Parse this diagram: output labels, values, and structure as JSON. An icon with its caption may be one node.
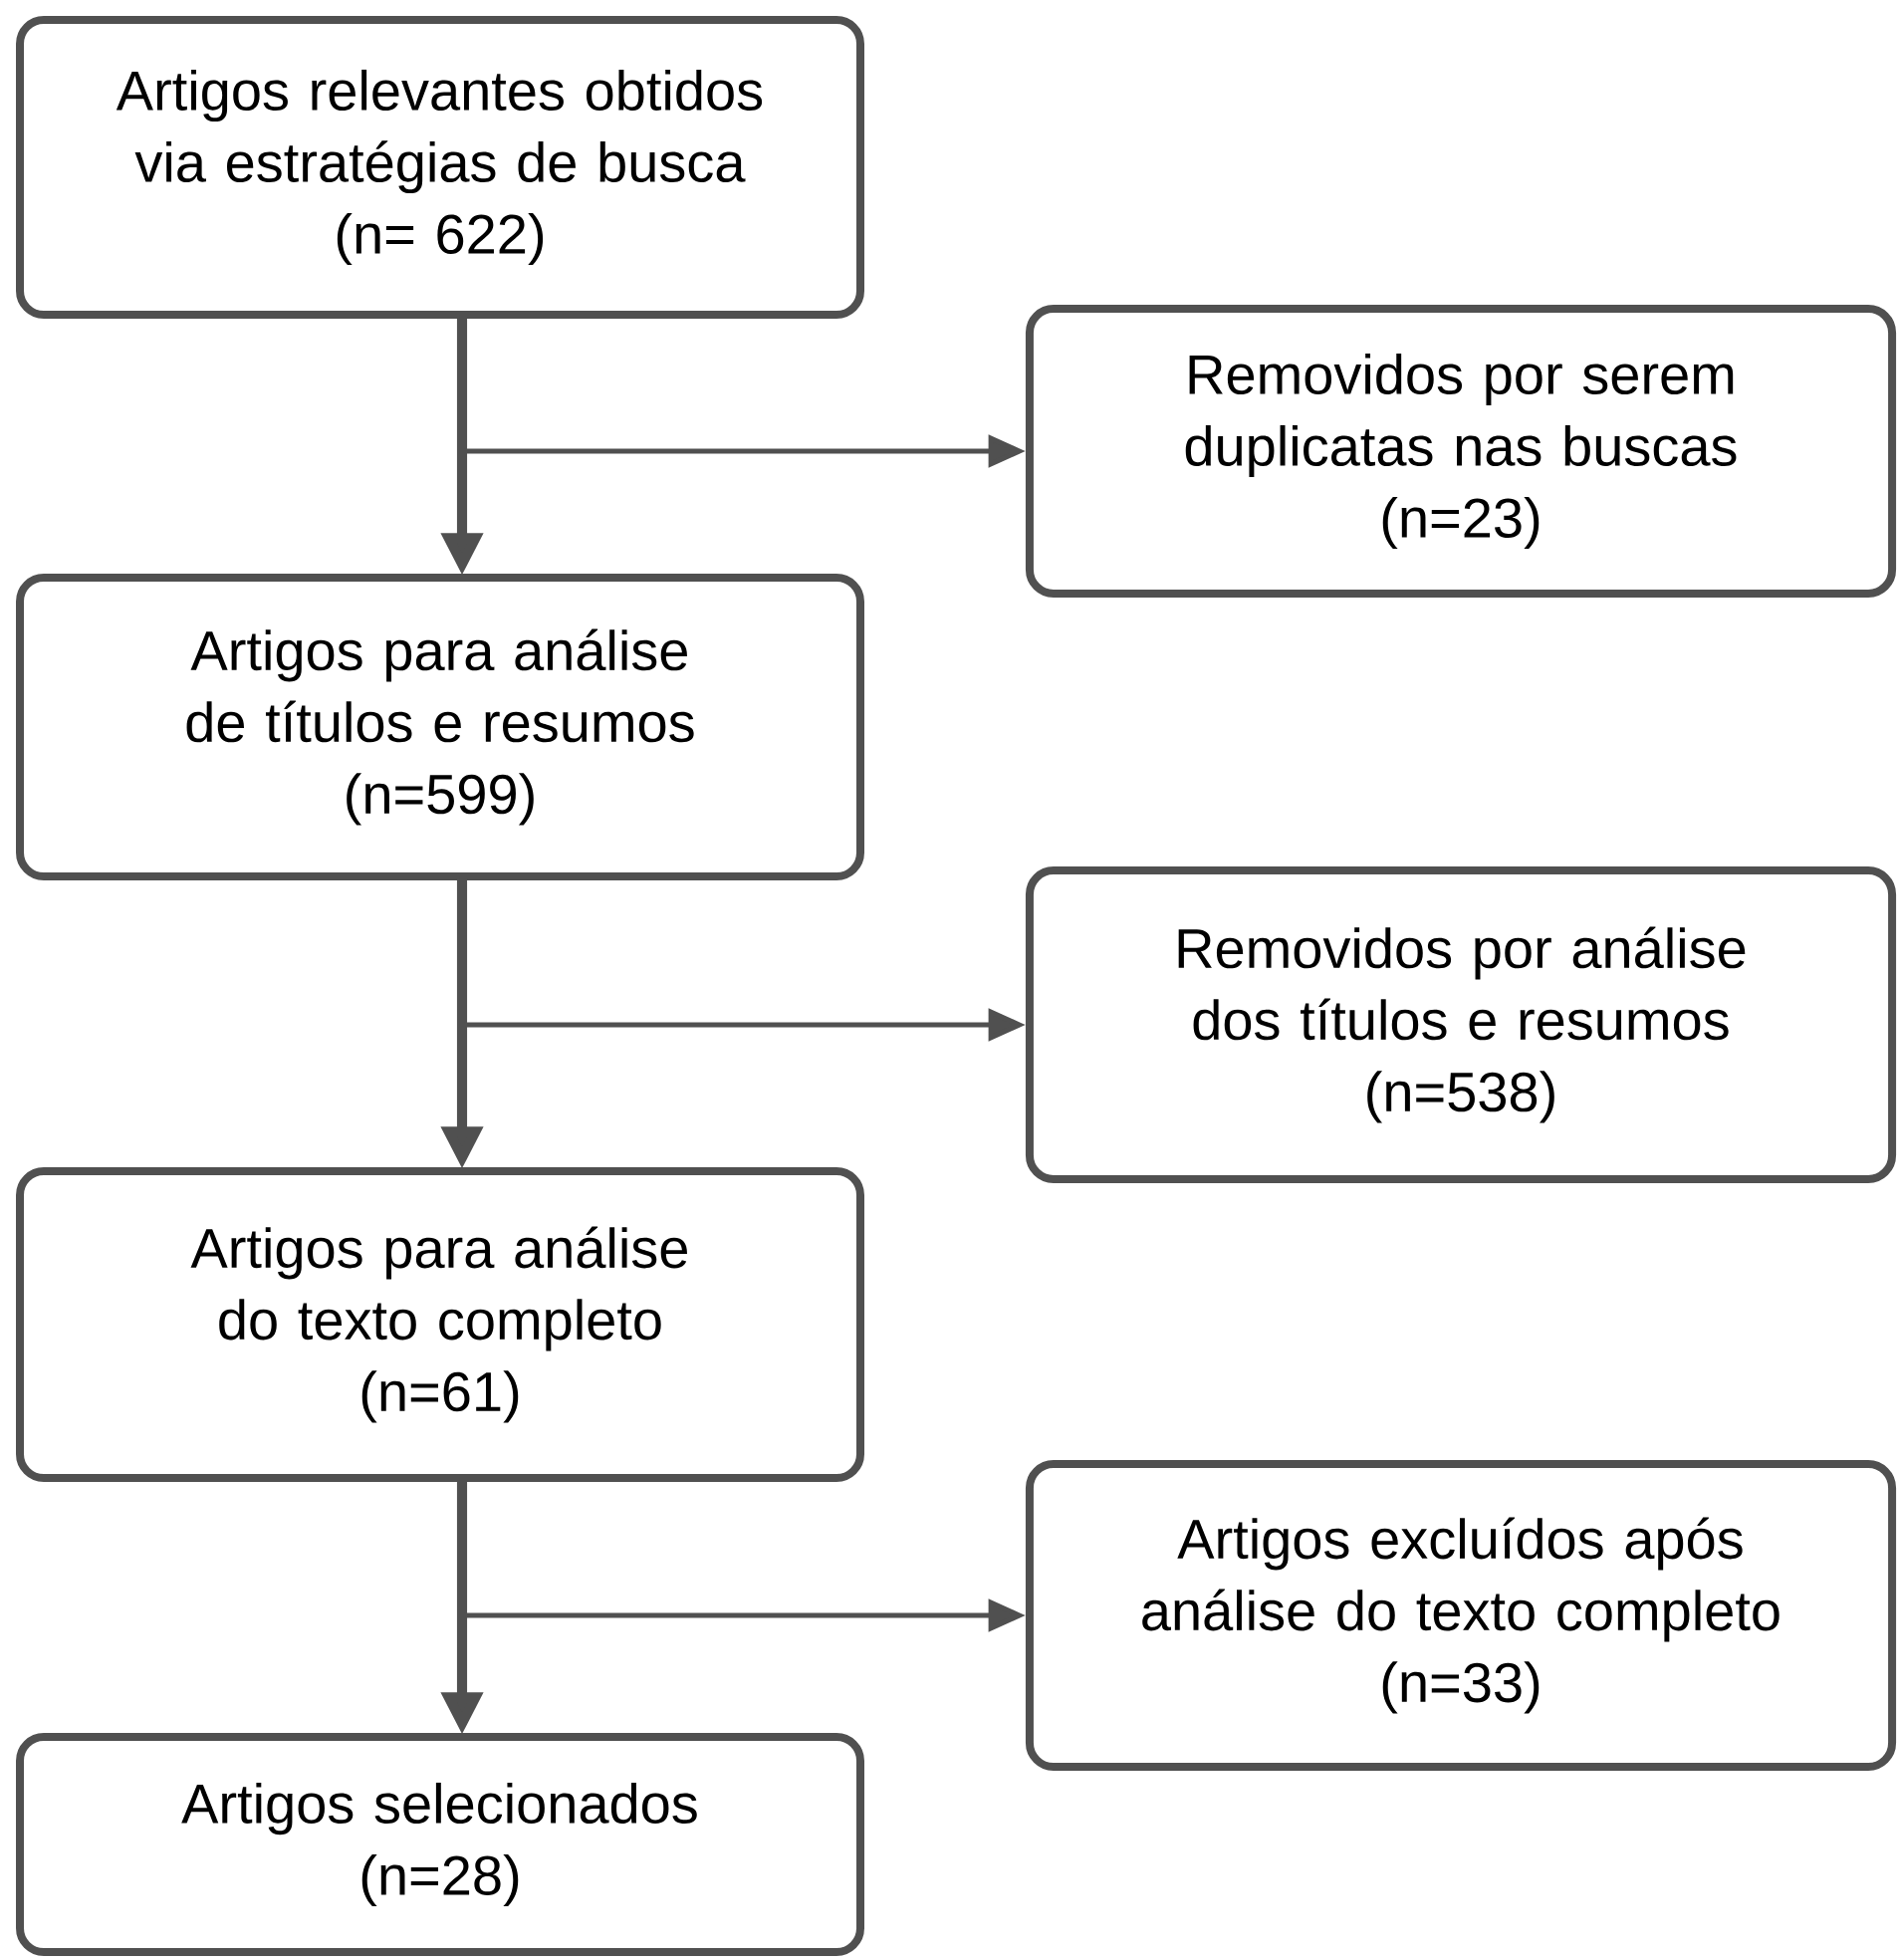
{
  "diagram": {
    "nodes": [
      {
        "text": [
          "Artigos relevantes obtidos via estratégias de busca",
          "(n=  622)"
        ]
      },
      {
        "text": [
          "Removidos por serem duplicatas nas buscas",
          "(n=23)"
        ]
      },
      {
        "text": [
          "Artigos para análise de títulos e resumos",
          "(n=599)"
        ]
      },
      {
        "text": [
          "Removidos por análise dos títulos e resumos",
          "(n=538)"
        ]
      },
      {
        "text": [
          "Artigos para análise do texto completo",
          "(n=61)"
        ]
      },
      {
        "text": [
          "Artigos excluídos após análise do texto completo",
          "(n=33)"
        ]
      },
      {
        "text": [
          "Artigos selecionados",
          "(n=28)"
        ]
      }
    ],
    "edges": [
      {
        "from": 0,
        "to": 2,
        "arrow": "to",
        "style": "thick"
      },
      {
        "from": 0,
        "to": 1,
        "arrow": "to"
      },
      {
        "from": 2,
        "to": 4,
        "arrow": "to",
        "style": "thick"
      },
      {
        "from": 2,
        "to": 3,
        "arrow": "to"
      },
      {
        "from": 4,
        "to": 6,
        "arrow": "to",
        "style": "thick"
      },
      {
        "from": 4,
        "to": 5,
        "arrow": "to"
      }
    ]
  }
}
